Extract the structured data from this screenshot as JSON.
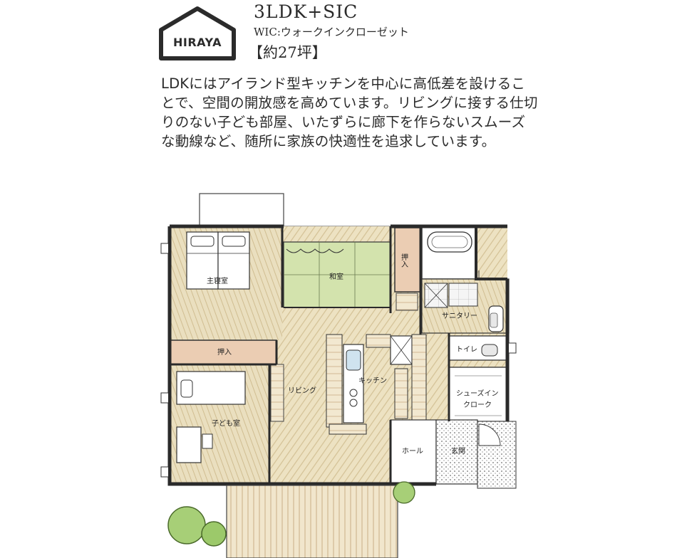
{
  "logo": {
    "text": "HIRAYA"
  },
  "header": {
    "type": "3LDK+SIC",
    "subtitle": "WIC:ウォークインクローゼット",
    "area": "【約27坪】"
  },
  "description": "LDKにはアイランド型キッチンを中心に高低差を設けることで、空間の開放感を高めています。リビングに接する仕切りのない子ども部屋、いたずらに廊下を作らないスムーズな動線など、随所に家族の快適性を追求しています。",
  "rooms": {
    "master_bedroom": "主寝室",
    "japanese_room": "和室",
    "closet_1": "押入",
    "closet_2": "押入",
    "sanitary": "サニタリー",
    "toilet": "トイレ",
    "shoes_closet": "シューズイン\nクローク",
    "shoes_closet_line1": "シューズイン",
    "shoes_closet_line2": "クローク",
    "living": "リビング",
    "kitchen": "キッチン",
    "kids_room": "子ども室",
    "hall": "ホール",
    "entrance": "玄関"
  },
  "colors": {
    "wall": "#2a2a2a",
    "floor_wood": "#e9dcb4",
    "floor_hatch": "#cdb98a",
    "tatami": "#cfe0a8",
    "closet": "#e9c9b0",
    "tile": "#e4e4e4",
    "tree": "#9cc96a"
  }
}
